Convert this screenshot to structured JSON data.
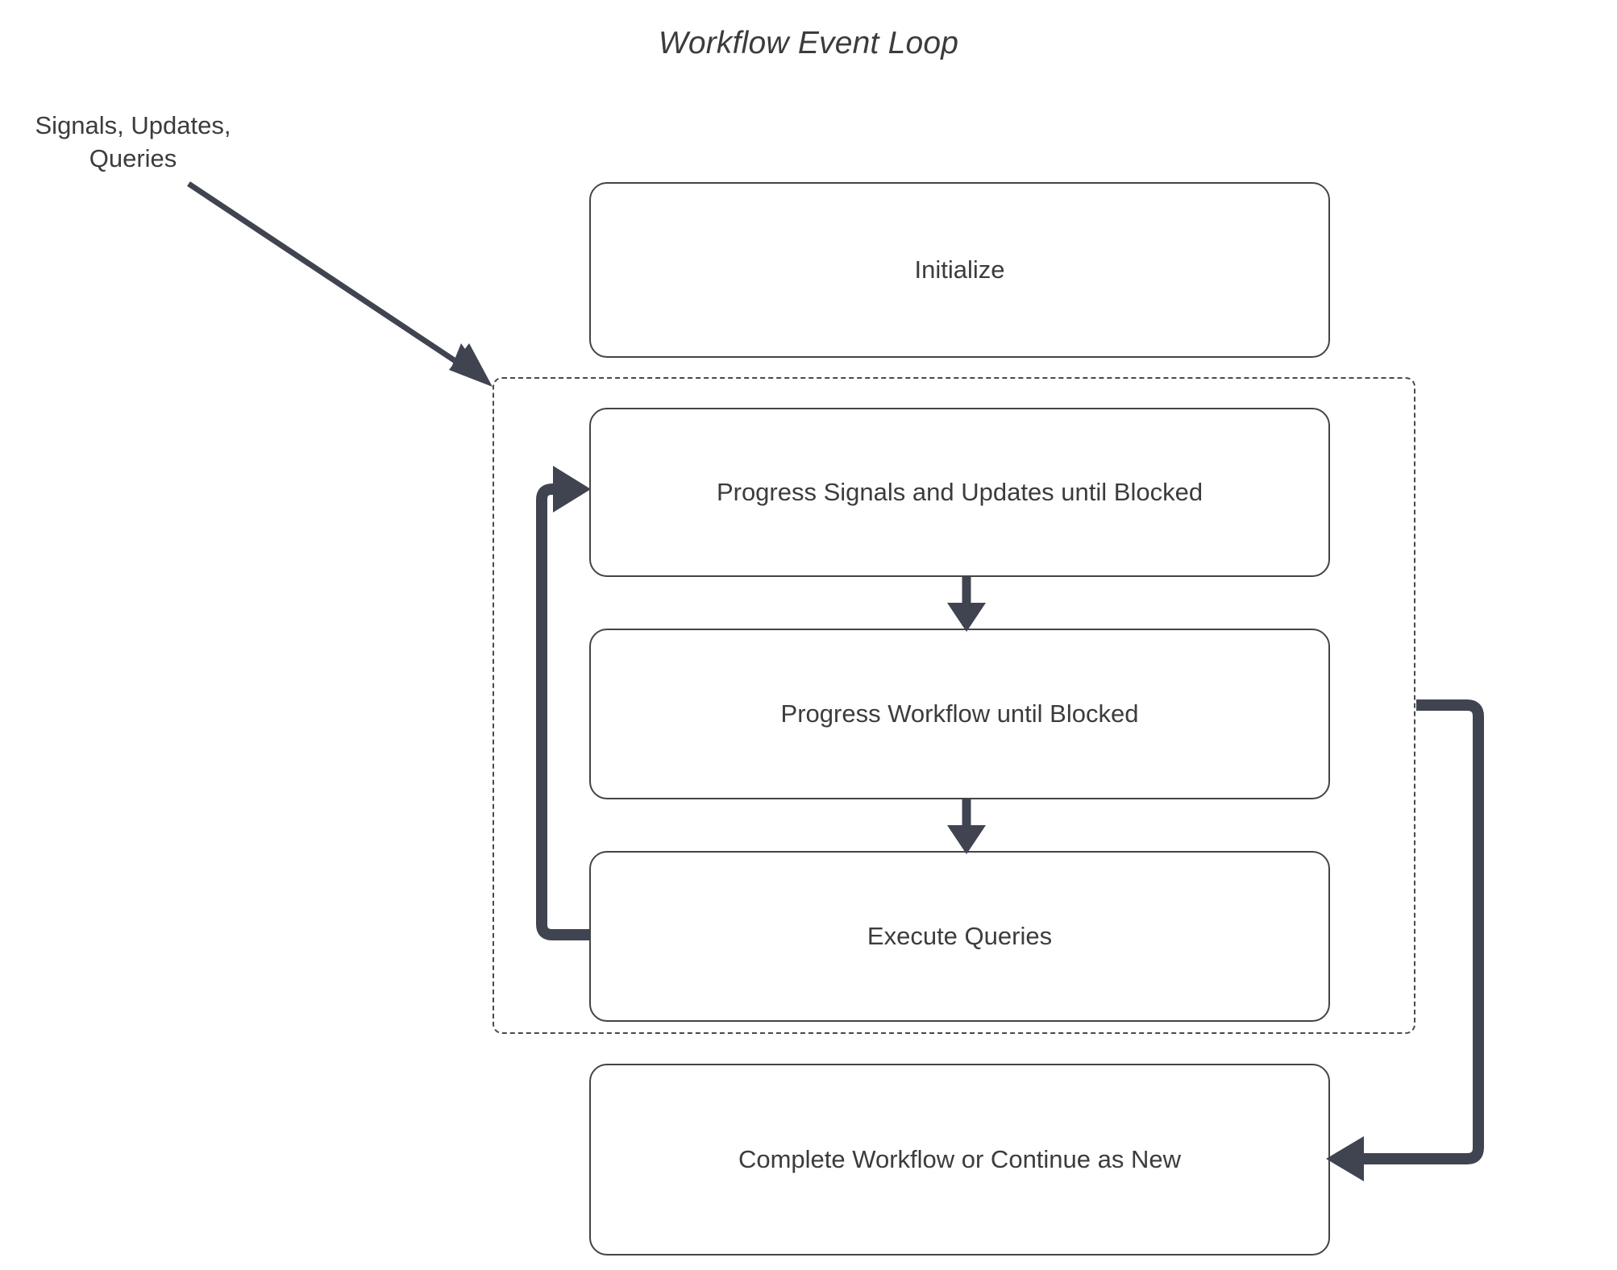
{
  "title": "Workflow Event Loop",
  "colors": {
    "arrow": "#3f4450",
    "box_border": "#444444",
    "dashed_border": "#4a4a4a",
    "text": "#3c3c3c",
    "background": "#ffffff"
  },
  "external_input": {
    "label": "Signals, Updates,\nQueries",
    "line1": "Signals, Updates,",
    "line2": "Queries"
  },
  "nodes": [
    {
      "id": "initialize",
      "label": "Initialize"
    },
    {
      "id": "progress-signals-updates",
      "label": "Progress Signals and Updates until Blocked"
    },
    {
      "id": "progress-workflow",
      "label": "Progress Workflow until Blocked"
    },
    {
      "id": "execute-queries",
      "label": "Execute Queries"
    },
    {
      "id": "complete-workflow",
      "label": "Complete Workflow or Continue as New"
    }
  ],
  "loop_container": {
    "label": "",
    "style": "dashed"
  },
  "edges": [
    {
      "id": "input-to-loop",
      "from": "Signals, Updates, Queries",
      "to": "loop-container",
      "style": "diagonal-arrow"
    },
    {
      "id": "su-to-wf",
      "from": "Progress Signals and Updates until Blocked",
      "to": "Progress Workflow until Blocked",
      "style": "down-arrow"
    },
    {
      "id": "wf-to-eq",
      "from": "Progress Workflow until Blocked",
      "to": "Execute Queries",
      "style": "down-arrow"
    },
    {
      "id": "eq-to-su",
      "from": "Execute Queries",
      "to": "Progress Signals and Updates until Blocked",
      "style": "left-loop-back"
    },
    {
      "id": "loop-to-complete",
      "from": "loop-container",
      "to": "Complete Workflow or Continue as New",
      "style": "right-loop-down"
    }
  ]
}
